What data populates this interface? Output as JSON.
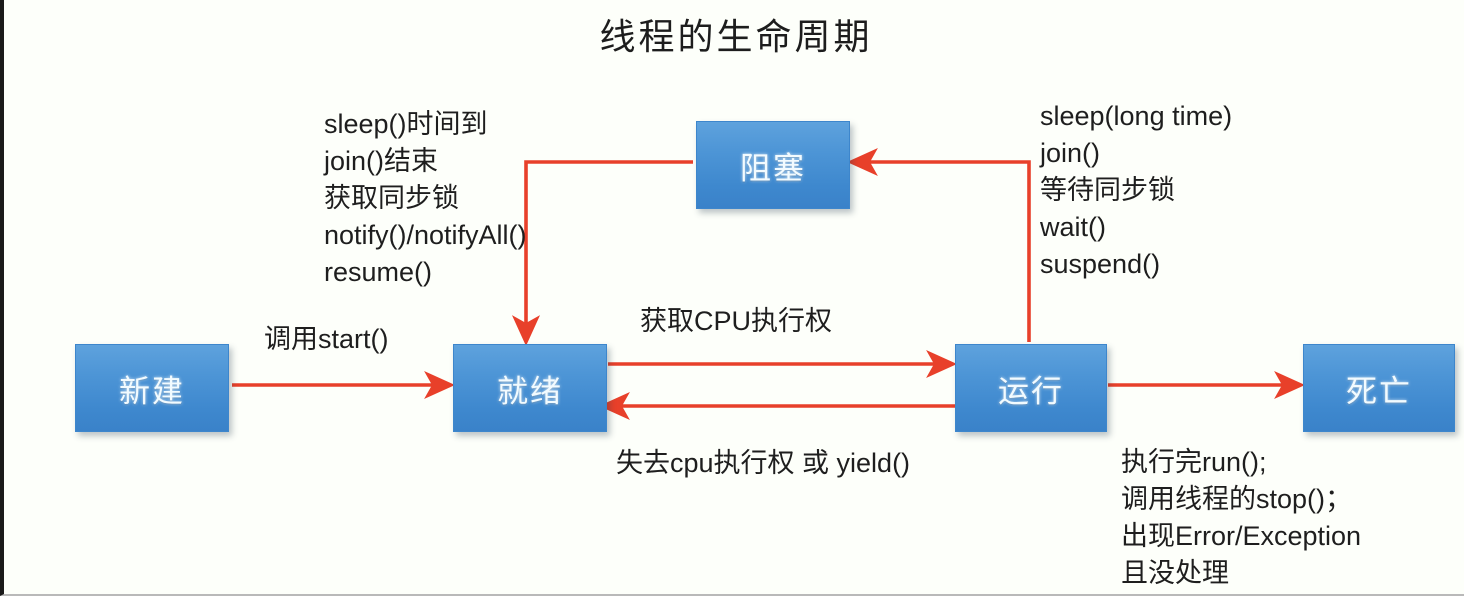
{
  "title": "线程的生命周期",
  "colors": {
    "node_fill_top": "#5ea2dd",
    "node_fill_bottom": "#3a82c9",
    "node_text": "#f2fbff",
    "arrow": "#e8402a",
    "text": "#1e1e1e",
    "background": "#fdfffa"
  },
  "nodes": [
    {
      "id": "new",
      "label": "新建"
    },
    {
      "id": "runnable",
      "label": "就绪"
    },
    {
      "id": "running",
      "label": "运行"
    },
    {
      "id": "blocked",
      "label": "阻塞"
    },
    {
      "id": "dead",
      "label": "死亡"
    }
  ],
  "notes": {
    "blocked_to_runnable": "sleep()时间到\njoin()结束\n获取同步锁\nnotify()/notifyAll()\nresume()",
    "running_to_blocked": "sleep(long time)\njoin()\n等待同步锁\nwait()\nsuspend()",
    "running_to_dead": "执行完run();\n调用线程的stop()；\n出现Error/Exception\n且没处理"
  },
  "edge_labels": {
    "new_to_runnable": "调用start()",
    "runnable_to_running": "获取CPU执行权",
    "running_to_runnable": "失去cpu执行权 或 yield()"
  },
  "edges": [
    {
      "from": "new",
      "to": "runnable",
      "label": "调用start()"
    },
    {
      "from": "runnable",
      "to": "running",
      "label": "获取CPU执行权"
    },
    {
      "from": "running",
      "to": "runnable",
      "label": "失去cpu执行权 或 yield()"
    },
    {
      "from": "running",
      "to": "blocked",
      "label": "sleep(long time) / join() / 等待同步锁 / wait() / suspend()"
    },
    {
      "from": "blocked",
      "to": "runnable",
      "label": "sleep()时间到 / join()结束 / 获取同步锁 / notify()/notifyAll() / resume()"
    },
    {
      "from": "running",
      "to": "dead",
      "label": "执行完run(); / 调用线程的stop()； / 出现Error/Exception / 且没处理"
    }
  ]
}
